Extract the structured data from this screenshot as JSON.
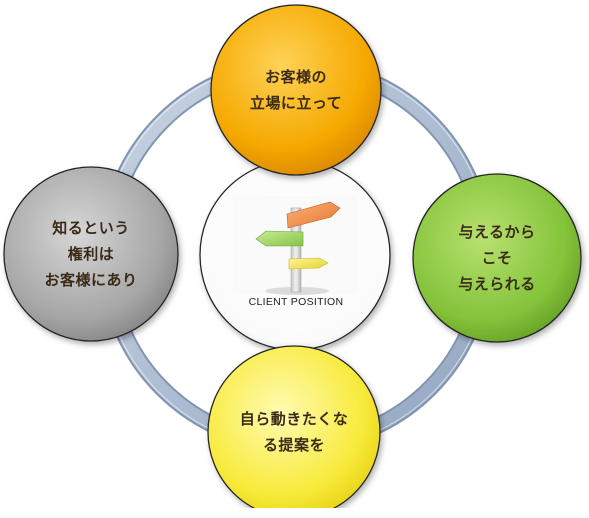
{
  "diagram": {
    "center": {
      "caption": "CLIENT POSITION"
    },
    "nodes": {
      "top": {
        "label": "お客様の\n立場に立って",
        "color": "#f6a800"
      },
      "right": {
        "label": "与えるから\nこそ\n与えられる",
        "color": "#86c43a"
      },
      "bottom": {
        "label": "自ら動きたくな\nる提案を",
        "color": "#f9ec3a"
      },
      "left": {
        "label": "知るという\n権利は\nお客様にあり",
        "color": "#a7a7a7"
      }
    }
  }
}
